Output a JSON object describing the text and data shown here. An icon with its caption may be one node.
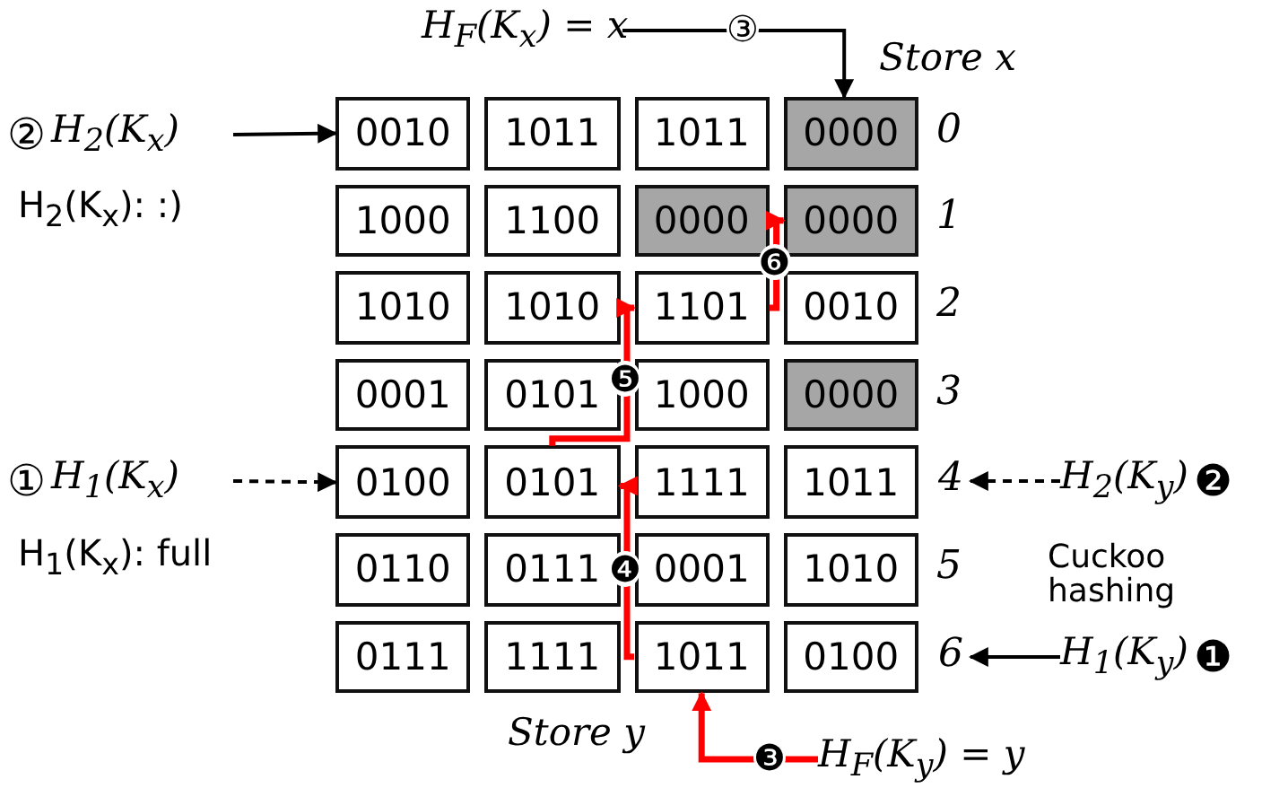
{
  "diagram": {
    "nodes": [
      {
        "text": [
          "H$_{F}$(K$_{x}$) = x"
        ]
      },
      {
        "text": [
          "②",
          "H$_{2}$(K$_{x}$)"
        ]
      },
      {
        "text": [
          "0010"
        ]
      },
      {
        "text": [
          "1011"
        ]
      },
      {
        "text": [
          "1011"
        ]
      },
      {
        "text": [
          "0000"
        ]
      },
      {
        "text": [
          "1000"
        ]
      },
      {
        "text": [
          "1100"
        ]
      },
      {
        "text": [
          "0000"
        ]
      },
      {
        "text": [
          "0000"
        ]
      },
      {
        "text": [
          "1010"
        ]
      },
      {
        "text": [
          "1010"
        ]
      },
      {
        "text": [
          "1101"
        ]
      },
      {
        "text": [
          "0010"
        ]
      },
      {
        "text": [
          "0001"
        ]
      },
      {
        "text": [
          "0101"
        ]
      },
      {
        "text": [
          "1000"
        ]
      },
      {
        "text": [
          "0000"
        ]
      },
      {
        "text": [
          "①",
          "H$_{1}$(K$_{x}$)"
        ]
      },
      {
        "text": [
          "0100"
        ]
      },
      {
        "text": [
          "0101"
        ]
      },
      {
        "text": [
          "1111"
        ]
      },
      {
        "text": [
          "1011"
        ]
      },
      {
        "text": [
          "4"
        ]
      },
      {
        "text": [
          "H$_{2}$(K$_{y}$)",
          "❷"
        ]
      },
      {
        "text": [
          "0110"
        ]
      },
      {
        "text": [
          "0111"
        ]
      },
      {
        "text": [
          "0001"
        ]
      },
      {
        "text": [
          "1010"
        ]
      },
      {
        "text": [
          "0111"
        ]
      },
      {
        "text": [
          "1111"
        ]
      },
      {
        "text": [
          "1011"
        ]
      },
      {
        "text": [
          "0100"
        ]
      },
      {
        "text": [
          "6"
        ]
      },
      {
        "text": [
          "H$_{1}$(K$_{y}$)",
          "❶"
        ]
      },
      {
        "text": [
          "H$_{F}$(K$_{y}$) = y"
        ]
      }
    ],
    "edges": [
      {
        "from": 0,
        "to": 5,
        "arrow": "to",
        "label": "③",
        "color": "#000000"
      },
      {
        "from": 1,
        "to": 2,
        "arrow": "to",
        "color": "#000000"
      },
      {
        "from": 18,
        "to": 19,
        "arrow": "to",
        "style": "dashed",
        "color": "#000000"
      },
      {
        "from": 24,
        "to": 23,
        "arrow": "to",
        "style": "dashed",
        "color": "#000000"
      },
      {
        "from": 34,
        "to": 33,
        "arrow": "to",
        "color": "#000000"
      },
      {
        "from": 35,
        "to": 31,
        "arrow": "to",
        "label": "❸",
        "color": "#ff0000"
      },
      {
        "from": 31,
        "to": 20,
        "arrow": "to",
        "label": "❹",
        "color": "#ff0000"
      },
      {
        "from": 20,
        "to": 12,
        "arrow": "to",
        "label": "❺",
        "color": "#ff0000"
      },
      {
        "from": 12,
        "to": 9,
        "arrow": "to",
        "label": "❻",
        "color": "#ff0000"
      }
    ],
    "labels": [
      "Store x",
      "0",
      "H$_{2}$(K$_{x}$): :)",
      "1",
      "2",
      "3",
      "H$_{1}$(K$_{x}$): full",
      "5",
      "Cuckoo hashing",
      "Store y"
    ]
  }
}
